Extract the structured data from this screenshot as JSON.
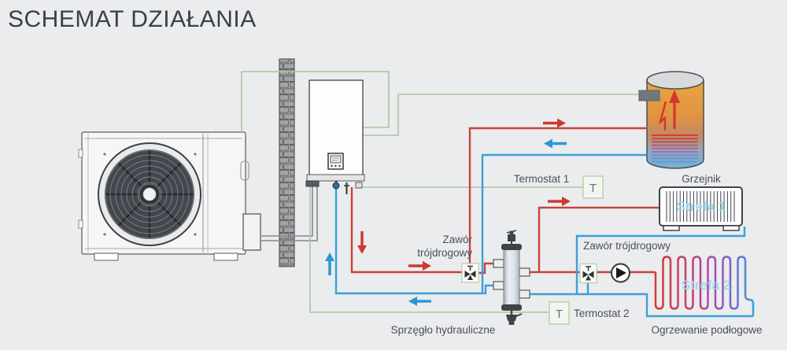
{
  "title": "SCHEMAT DZIAŁANIA",
  "diagram": {
    "thermostat1": {
      "label": "Termostat 1",
      "symbol": "T"
    },
    "thermostat2": {
      "label": "Termostat 2",
      "symbol": "T"
    },
    "valve1": {
      "label_line1": "Zawór",
      "label_line2": "trójdrogowy"
    },
    "valve2": {
      "label": "Zawór trójdrogowy"
    },
    "separator": {
      "label": "Sprzęgło hydrauliczne"
    },
    "radiator": {
      "label": "Grzejnik",
      "zone": "Strefa 1"
    },
    "floor_heating": {
      "label": "Ogrzewanie podłogowe",
      "zone": "Strefa 2"
    }
  },
  "colors": {
    "background": "#ebeced",
    "title_text": "#3b4046",
    "label_text": "#4a4f57",
    "supply_line_red": "#c5443c",
    "return_line_blue": "#3aa0d8",
    "control_line_green": "#a9c79c",
    "zone_text_blue": "#9fd8f0",
    "tank_top_orange": "#e7a33f",
    "tank_bottom_blue": "#74b3da",
    "outline_dark": "#3f444b"
  }
}
